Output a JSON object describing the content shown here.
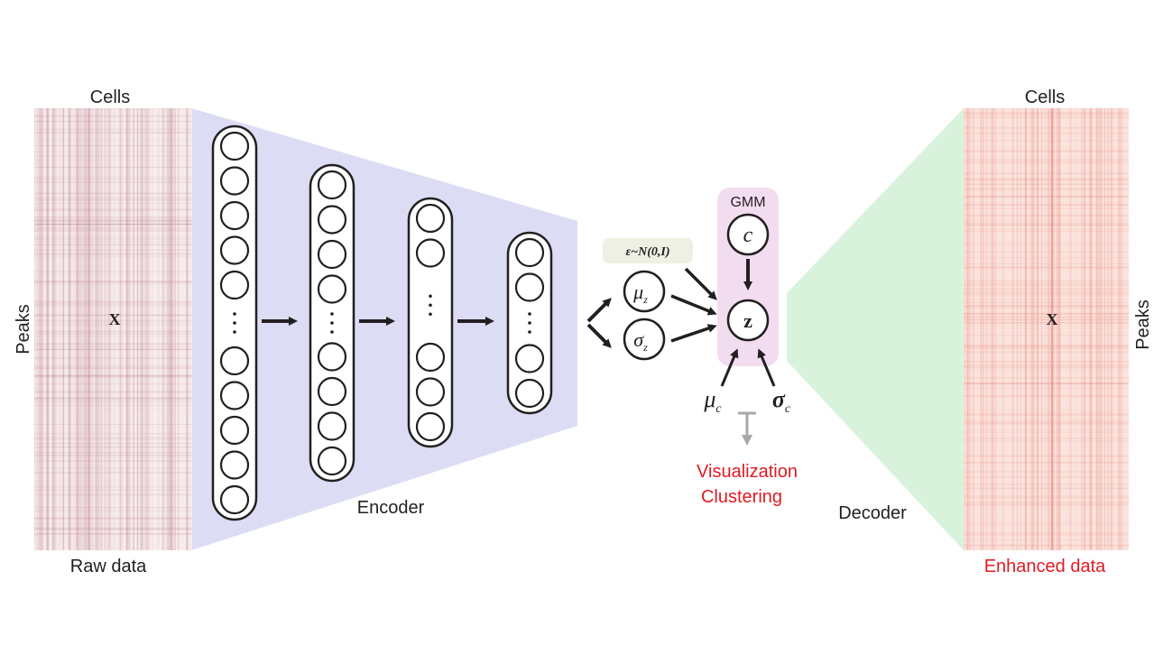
{
  "raw": {
    "cells_label": "Cells",
    "peaks_label": "Peaks",
    "matrix_symbol": "X",
    "caption": "Raw data"
  },
  "encoder": {
    "label": "Encoder",
    "layers": [
      {
        "nodes_above": 5,
        "nodes_below": 5
      },
      {
        "nodes_above": 4,
        "nodes_below": 4
      },
      {
        "nodes_above": 2,
        "nodes_below": 3
      },
      {
        "nodes_above": 2,
        "nodes_below": 2
      }
    ]
  },
  "latent": {
    "noise_label": "ε~N(0,I)",
    "mu_z": {
      "symbol": "μ",
      "sub": "z"
    },
    "sigma_z": {
      "symbol": "σ",
      "sub": "z"
    },
    "z": "z"
  },
  "gmm": {
    "label": "GMM",
    "c": "c",
    "mu_c": {
      "symbol": "μ",
      "sub": "c"
    },
    "sigma_c": {
      "symbol": "σ",
      "sub": "c"
    }
  },
  "outputs": {
    "line1": "Visualization",
    "line2": "Clustering"
  },
  "decoder": {
    "label": "Decoder"
  },
  "enhanced": {
    "cells_label": "Cells",
    "peaks_label": "Peaks",
    "matrix_symbol": "X",
    "caption": "Enhanced data"
  },
  "colors": {
    "encoder_fill": "#dcdcf4",
    "decoder_fill": "#d9f2dc",
    "gmm_fill": "#f2dcf0",
    "noise_fill": "#eef0e4",
    "accent_red": "#e01b24",
    "raw_matrix_base": "#f7ecec",
    "raw_matrix_stripe": "#b87a88",
    "enhanced_matrix_base": "#fbe4de",
    "enhanced_matrix_stripe": "#e88a7c"
  }
}
